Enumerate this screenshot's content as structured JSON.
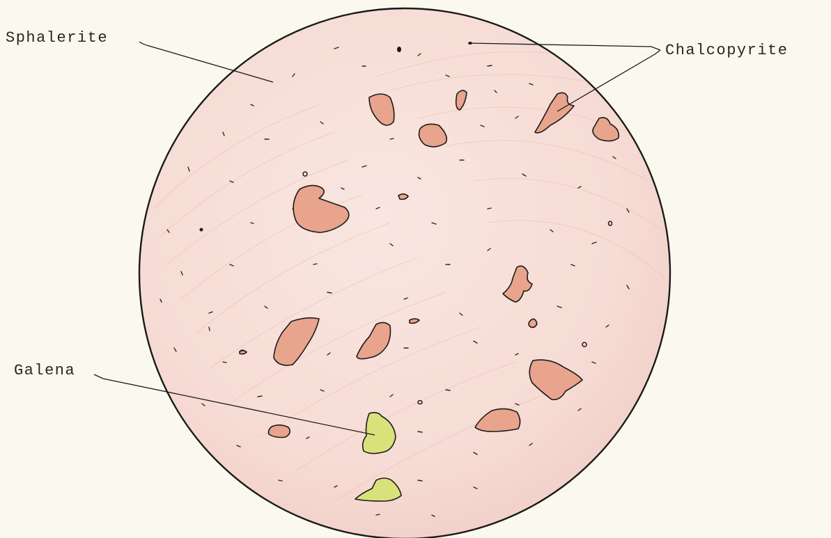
{
  "labels": {
    "sphalerite": "Sphalerite",
    "chalcopyrite": "Chalcopyrite",
    "galena": "Galena"
  },
  "colors": {
    "paper": "#fbf8ee",
    "sphalerite_field": "#f6ddd6",
    "chalcopyrite_fill": "#e8a48c",
    "galena_fill": "#d9e27a",
    "outline": "#1a1a1a"
  }
}
